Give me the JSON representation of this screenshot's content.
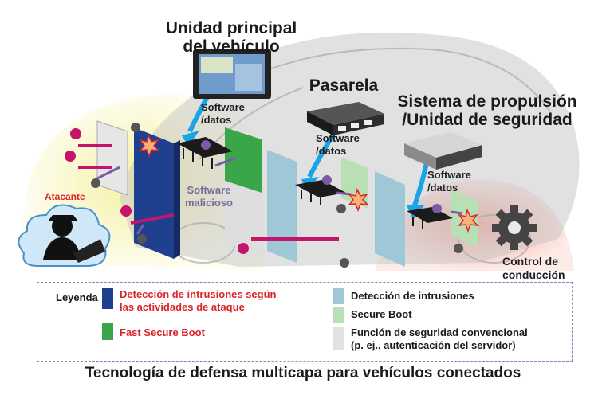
{
  "labels": {
    "head_unit": [
      "Unidad principal",
      "del vehículo"
    ],
    "gateway": "Pasarela",
    "powertrain": [
      "Sistema de propulsión",
      "/Unidad de seguridad"
    ],
    "software_data": [
      "Software",
      "/datos"
    ],
    "malware": [
      "Software",
      "malicioso"
    ],
    "attacker": "Atacante",
    "driving_control": [
      "Control de",
      "conducción"
    ]
  },
  "legend": {
    "title": "Leyenda",
    "items": [
      {
        "text": [
          "Detección de intrusiones según",
          "las actividades de ataque"
        ],
        "color": "#1f3f8f",
        "text_color": "#d9262b"
      },
      {
        "text": [
          "Fast Secure Boot"
        ],
        "color": "#3aa64a",
        "text_color": "#d9262b"
      },
      {
        "text": [
          "Detección de intrusiones"
        ],
        "color": "#9ec8d6",
        "text_color": "#1a1a1a"
      },
      {
        "text": [
          "Secure Boot"
        ],
        "color": "#b9dfb5",
        "text_color": "#1a1a1a"
      },
      {
        "text": [
          "Función de seguridad convencional",
          "(p. ej., autenticación del servidor)"
        ],
        "color": "#e2e2e2",
        "text_color": "#1a1a1a"
      }
    ]
  },
  "caption": "Tecnología de defensa multicapa para vehículos conectados",
  "colors": {
    "arrow_blue": "#1aa3e8",
    "attack_pink": "#c4146c",
    "malware_purple": "#7b5aa6",
    "zone_yellow": "#f4f09a",
    "zone_red": "#f59a8a"
  }
}
